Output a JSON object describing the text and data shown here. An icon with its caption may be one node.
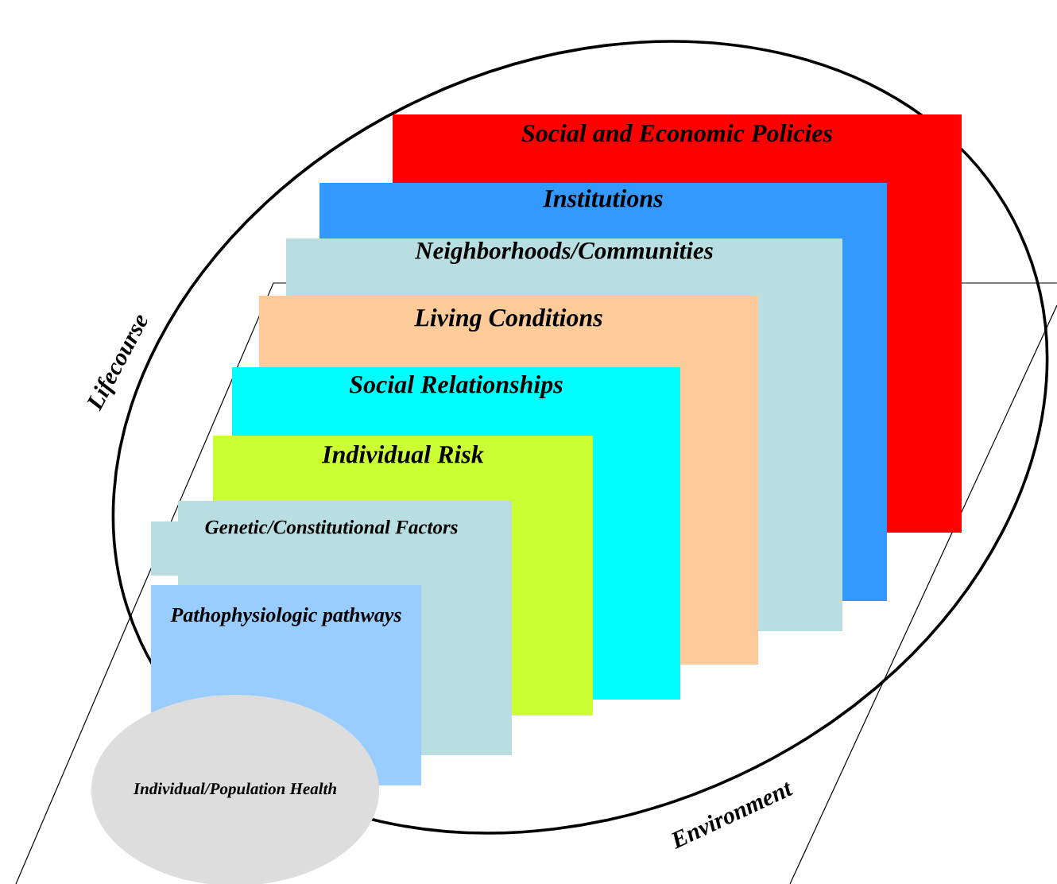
{
  "diagram": {
    "nodes": [
      {
        "text": [
          "Social and Economic Policies"
        ]
      },
      {
        "text": [
          "Institutions"
        ]
      },
      {
        "text": [
          "Neighborhoods/Communities"
        ]
      },
      {
        "text": [
          "Living Conditions"
        ]
      },
      {
        "text": [
          "Social Relationships"
        ]
      },
      {
        "text": [
          "Individual Risk"
        ]
      },
      {
        "text": [
          "Genetic/Constitutional Factors"
        ]
      },
      {
        "text": [
          "Pathophysiologic pathways"
        ]
      },
      {
        "text": [
          "Individual/Population Health"
        ]
      }
    ],
    "labels": [
      "Lifecourse",
      "Environment"
    ]
  }
}
